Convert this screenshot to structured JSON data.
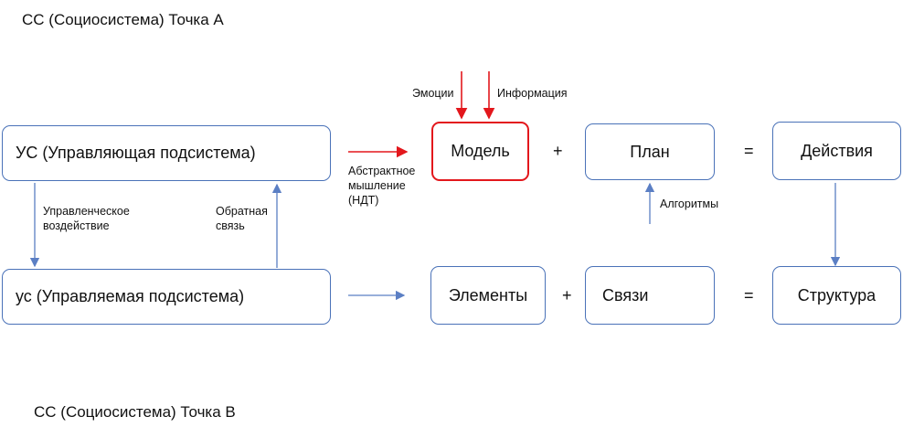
{
  "titles": {
    "point_a": "СС (Социосистема) Точка А",
    "point_b": "СС (Социосистема) Точка В"
  },
  "boxes": {
    "us_upper": "УС (Управляющая подсистема)",
    "us_lower": "ус (Управляемая подсистема)",
    "model": "Модель",
    "plan": "План",
    "actions": "Действия",
    "elements": "Элементы",
    "links": "Связи",
    "structure": "Структура"
  },
  "labels": {
    "emotions": "Эмоции",
    "information": "Информация",
    "abstract": [
      "Абстрактное",
      "мышление",
      "(НДТ)"
    ],
    "control": [
      "Управленческое",
      "воздействие"
    ],
    "feedback": [
      "Обратная",
      "связь"
    ],
    "algorithms": "Алгоритмы"
  },
  "operators": {
    "plus": "+",
    "equals": "="
  },
  "colors": {
    "box_border": "#4a72b8",
    "highlight": "#e3171c",
    "arrow_blue": "#5b7fc4",
    "arrow_red": "#e3171c"
  }
}
